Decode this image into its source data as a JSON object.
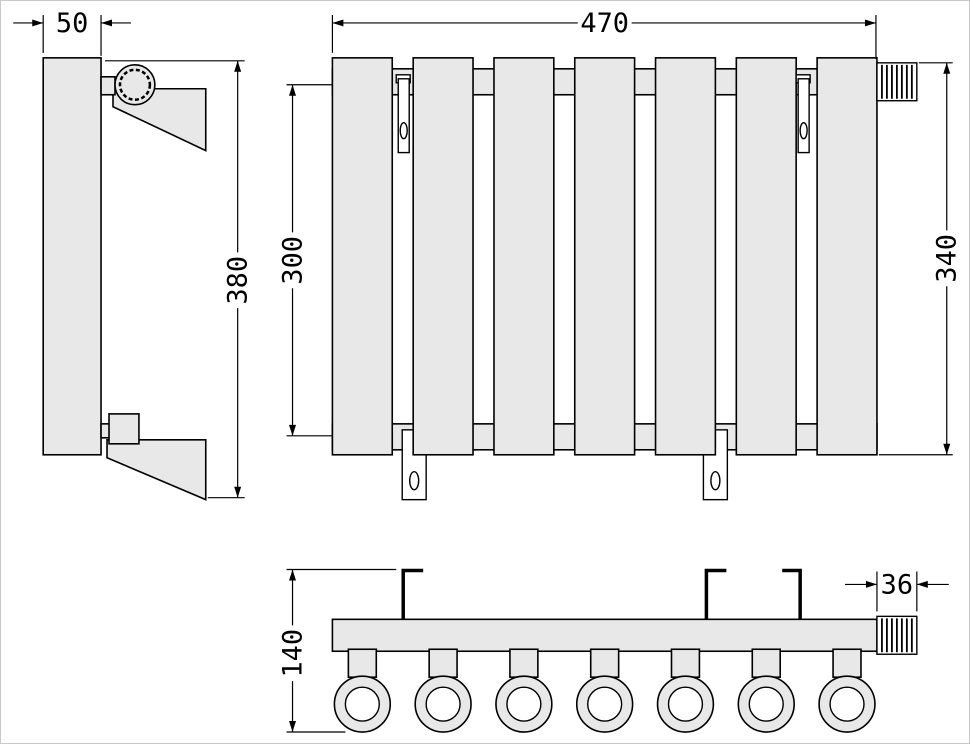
{
  "drawing": {
    "views": {
      "side": {
        "width_label": "50",
        "height_label": "380"
      },
      "front": {
        "width_label": "470",
        "collector_spacing_label": "300",
        "height_label": "340",
        "tube_count": 7
      },
      "bottom": {
        "depth_label": "140",
        "element_width_label": "36",
        "tube_count": 7
      }
    },
    "colors": {
      "part_fill": "#e8e8e8",
      "line": "#000000",
      "background": "#ffffff"
    }
  }
}
